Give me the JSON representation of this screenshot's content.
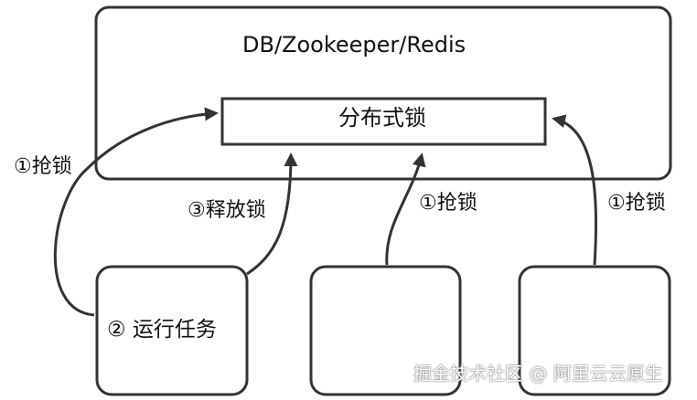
{
  "store": {
    "title": "DB/Zookeeper/Redis"
  },
  "lock": {
    "label": "分布式锁"
  },
  "steps": {
    "grab_left": "①抢锁",
    "release": "③释放锁",
    "grab_mid": "①抢锁",
    "grab_right": "①抢锁"
  },
  "clients": [
    {
      "label": "② 运行任务"
    },
    {
      "label": ""
    },
    {
      "label": ""
    }
  ],
  "watermark": "掘金技术社区 @ 阿里云云原生",
  "colors": {
    "stroke": "#333333",
    "text": "#111111",
    "background": "#ffffff"
  }
}
